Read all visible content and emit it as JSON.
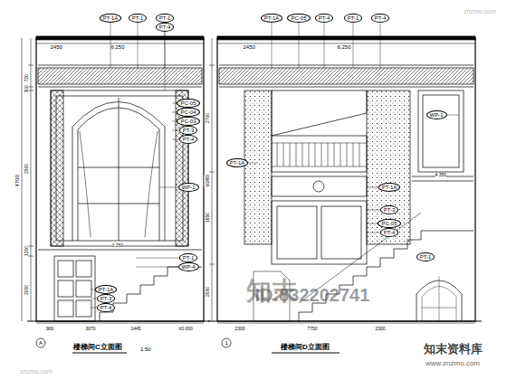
{
  "diagram": {
    "nodes": [
      {
        "text": [
          "PT-1A"
        ]
      },
      {
        "text": [
          "PT-1"
        ]
      },
      {
        "text": [
          "PT-1"
        ]
      },
      {
        "text": [
          "PT-4"
        ]
      },
      {
        "text": [
          "PC-05"
        ]
      },
      {
        "text": [
          "PC-04"
        ]
      },
      {
        "text": [
          "PC-03"
        ]
      },
      {
        "text": [
          "PT-3"
        ]
      },
      {
        "text": [
          "PT-4"
        ]
      },
      {
        "text": [
          "WP-1"
        ]
      },
      {
        "text": [
          "PT-1"
        ]
      },
      {
        "text": [
          "WP-4"
        ]
      },
      {
        "text": [
          "PT-1A"
        ]
      },
      {
        "text": [
          "PT-3"
        ]
      },
      {
        "text": [
          "PT-4"
        ]
      },
      {
        "text": [
          "PT-1A"
        ]
      },
      {
        "text": [
          "PC-05"
        ]
      },
      {
        "text": [
          "PT-4"
        ]
      },
      {
        "text": [
          "PT-1"
        ]
      },
      {
        "text": [
          "PT-4"
        ]
      },
      {
        "text": [
          "WP-1"
        ]
      },
      {
        "text": [
          "PT-1A"
        ]
      },
      {
        "text": [
          "PT-1A"
        ]
      },
      {
        "text": [
          "PT-3"
        ]
      },
      {
        "text": [
          "PC-05"
        ]
      },
      {
        "text": [
          "PT-4"
        ]
      },
      {
        "text": [
          "PT-1"
        ]
      }
    ],
    "labels": [
      "6,250",
      "2450",
      "4700",
      "720",
      "300",
      "2500",
      "1200",
      "2050",
      "900",
      "3070",
      "1445",
      "±0.000",
      "3,250",
      "楼梯间C立面图",
      "1:50",
      "A",
      "6,250",
      "2450",
      "9380",
      "2700",
      "1650",
      "2050",
      "2300",
      "7750",
      "2300",
      "4,350",
      "楼梯间D立面图",
      "1",
      "知末",
      "ID:832202741",
      "知末资料库",
      "www.znzmo.com",
      "znzmo.com",
      "znzmo.com"
    ]
  }
}
